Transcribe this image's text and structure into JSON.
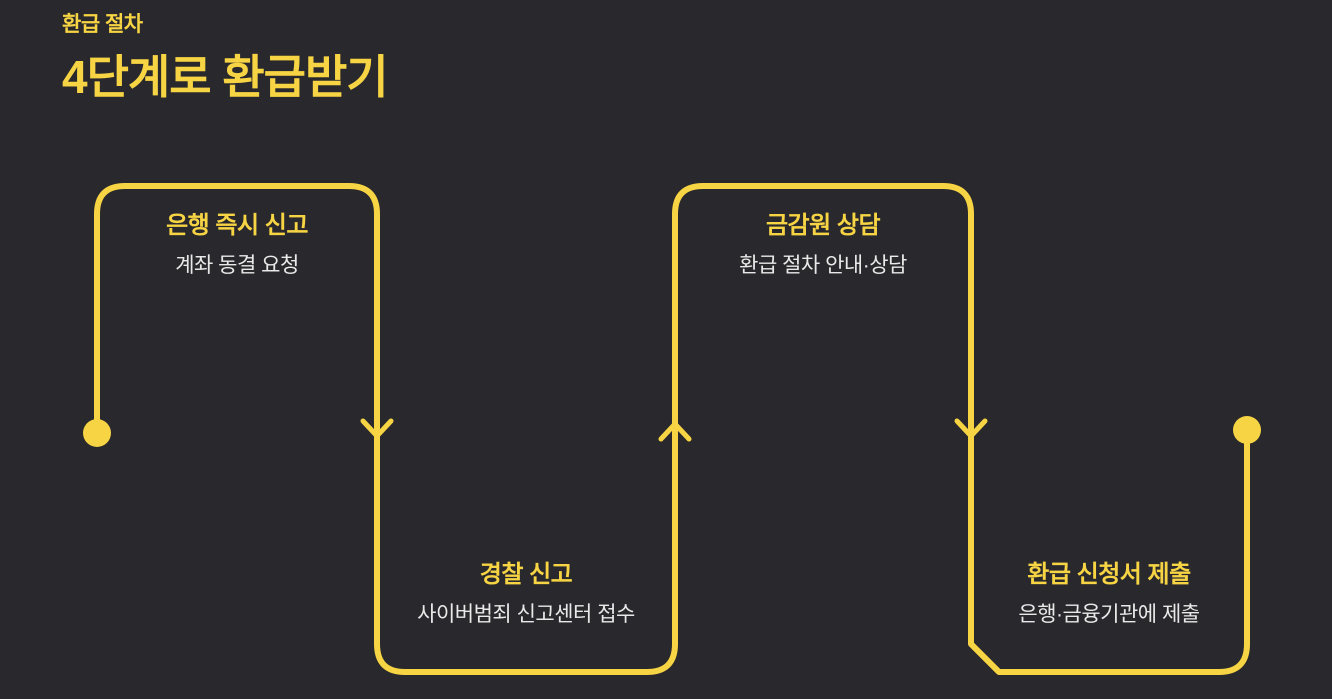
{
  "page": {
    "background_color": "#29292d",
    "accent_color": "#f7d443",
    "subtitle_color": "#e9e9e9"
  },
  "header": {
    "eyebrow": "환급 절차",
    "title": "4단계로 환급받기"
  },
  "flow": {
    "type": "snake-path-4-steps",
    "markers": [
      "start-dot",
      "arrow-down",
      "arrow-up",
      "arrow-down",
      "end-dot"
    ]
  },
  "steps": [
    {
      "title": "은행 즉시 신고",
      "subtitle": "계좌 동결 요청"
    },
    {
      "title": "경찰 신고",
      "subtitle": "사이버범죄 신고센터 접수"
    },
    {
      "title": "금감원 상담",
      "subtitle": "환급 절차 안내·상담"
    },
    {
      "title": "환급 신청서 제출",
      "subtitle": "은행·금융기관에 제출"
    }
  ]
}
